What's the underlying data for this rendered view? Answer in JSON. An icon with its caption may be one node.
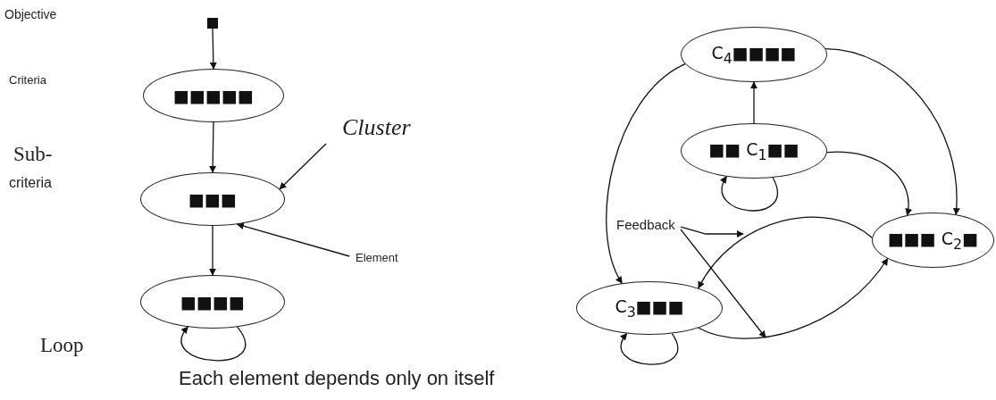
{
  "diagram": {
    "nodes": [
      {
        "text": [],
        "shape": "box"
      },
      {
        "text": [
          "■■■■■"
        ]
      },
      {
        "text": [
          "Cluster"
        ]
      },
      {
        "text": [
          "■■■"
        ]
      },
      {
        "text": [
          "Element"
        ]
      },
      {
        "text": [
          "■■■■"
        ]
      },
      {
        "text": [
          "C$_{4}$■■■■"
        ]
      },
      {
        "text": [
          "■■ C$_{1}$■■"
        ]
      },
      {
        "text": [
          "Feedback"
        ]
      },
      {
        "text": [
          "■■■ C$_{2}$■"
        ]
      },
      {
        "text": [
          "C$_{3}$■■■"
        ]
      }
    ],
    "edges": [
      {
        "from": 0,
        "to": 1,
        "arrow": "to"
      },
      {
        "from": 1,
        "to": 3,
        "arrow": "to"
      },
      {
        "from": 3,
        "to": 5,
        "arrow": "to"
      },
      {
        "from": 5,
        "to": 5,
        "arrow": "to"
      },
      {
        "from": 2,
        "to": 3,
        "arrow": "to"
      },
      {
        "from": 4,
        "to": 3,
        "arrow": "to"
      },
      {
        "from": 7,
        "to": 6,
        "arrow": "to"
      },
      {
        "from": 7,
        "to": 7,
        "arrow": "to"
      },
      {
        "from": 7,
        "to": 9,
        "arrow": "to"
      },
      {
        "from": 6,
        "to": 9,
        "arrow": "to"
      },
      {
        "from": 6,
        "to": 10,
        "arrow": "to"
      },
      {
        "from": 9,
        "to": 10,
        "arrow": "to"
      },
      {
        "from": 10,
        "to": 9,
        "arrow": "to"
      },
      {
        "from": 10,
        "to": 10,
        "arrow": "to"
      },
      {
        "from": 8,
        "to": null,
        "arrow": "to"
      },
      {
        "from": 8,
        "to": null,
        "arrow": "to"
      }
    ],
    "labels": [
      "Objective",
      "Criteria",
      "Sub-",
      "criteria",
      "Loop",
      "Each element depends only on itself"
    ]
  }
}
